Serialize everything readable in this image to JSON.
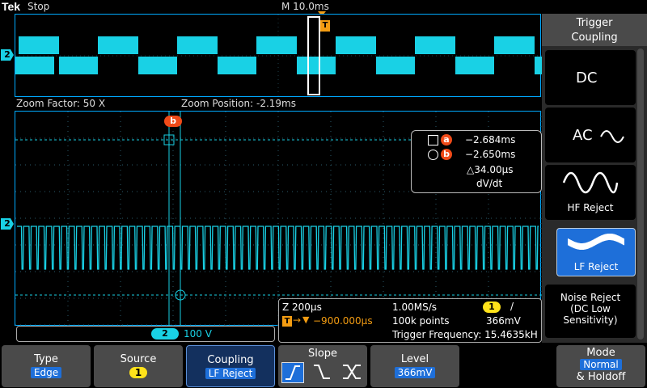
{
  "header": {
    "brand": "Tek",
    "acquisition_state": "Stop",
    "timebase": "M 10.0ms",
    "trigger_marker": "T"
  },
  "overview": {
    "channel_label": "2"
  },
  "zoom_info": {
    "factor": "Zoom Factor: 50 X",
    "position": "Zoom Position: -2.19ms"
  },
  "zoom": {
    "channel_label": "2",
    "cursor_b_label": "b"
  },
  "cursor_readout": {
    "a_label": "a",
    "a_value": "−2.684ms",
    "b_label": "b",
    "b_value": "−2.650ms",
    "delta": "△34.00µs",
    "dvdt": "dV/dt"
  },
  "channel_status": {
    "channel": "2",
    "scale": "100 V"
  },
  "acq_info": {
    "zoom_scale": "Z 200µs",
    "trigger_position": "−900.000µs",
    "trigger_icon_t": "T",
    "sample_rate": "1.00MS/s",
    "record_length": "100k points",
    "trigger_source": "1",
    "trigger_slope": "/",
    "trigger_level": "366mV",
    "trigger_frequency": "Trigger Frequency: 15.4635kH"
  },
  "side_menu": {
    "title_line1": "Trigger",
    "title_line2": "Coupling",
    "options": [
      {
        "label": "DC"
      },
      {
        "label": "AC"
      },
      {
        "label": "HF Reject"
      },
      {
        "label": "LF Reject"
      },
      {
        "label_line1": "Noise Reject",
        "label_line2": "(DC Low",
        "label_line3": "Sensitivity)"
      }
    ],
    "selected": "LF Reject"
  },
  "bottom_menu": {
    "type_label": "Type",
    "type_value": "Edge",
    "source_label": "Source",
    "source_value": "1",
    "coupling_label": "Coupling",
    "coupling_value": "LF Reject",
    "slope_label": "Slope",
    "level_label": "Level",
    "level_value": "366mV",
    "mode_label": "Mode",
    "mode_value": "Normal",
    "mode_suffix": "& Holdoff"
  },
  "colors": {
    "trace": "#19d1e5",
    "accent": "#1e6fd9",
    "trigger": "#f39c12",
    "cursor_badge": "#f04a18",
    "source_badge": "#ffe21a"
  }
}
